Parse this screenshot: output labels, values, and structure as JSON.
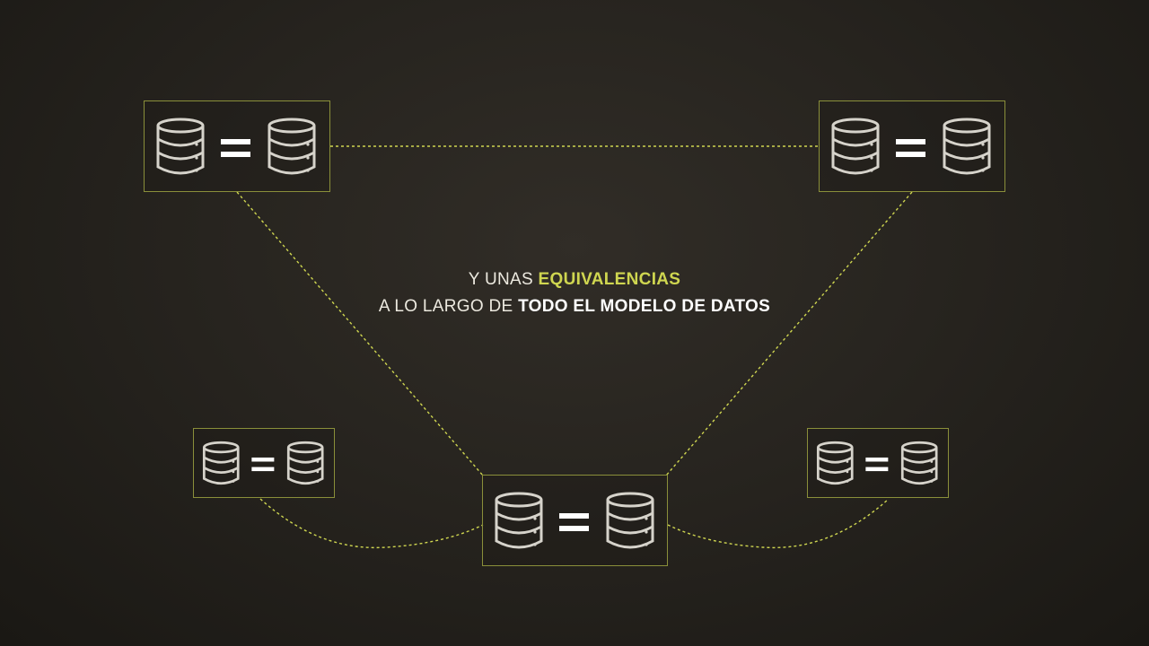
{
  "caption": {
    "line1_prefix": "Y UNAS",
    "line1_highlight": "EQUIVALENCIAS",
    "line2_prefix": "A LO LARGO DE",
    "line2_highlight": "TODO EL MODELO DE DATOS"
  },
  "colors": {
    "accent": "#cfd650",
    "frame": "#8a8f3a",
    "icon": "#d6d3cb",
    "text": "#ece9df"
  },
  "nodes": [
    {
      "id": "top-left",
      "icons": [
        "database-icon",
        "equals-icon",
        "database-icon"
      ]
    },
    {
      "id": "top-right",
      "icons": [
        "database-icon",
        "equals-icon",
        "database-icon"
      ]
    },
    {
      "id": "bottom-center",
      "icons": [
        "database-icon",
        "equals-icon",
        "database-icon"
      ]
    },
    {
      "id": "bottom-left",
      "icons": [
        "database-icon",
        "equals-icon",
        "database-icon"
      ]
    },
    {
      "id": "bottom-right",
      "icons": [
        "database-icon",
        "equals-icon",
        "database-icon"
      ]
    }
  ]
}
